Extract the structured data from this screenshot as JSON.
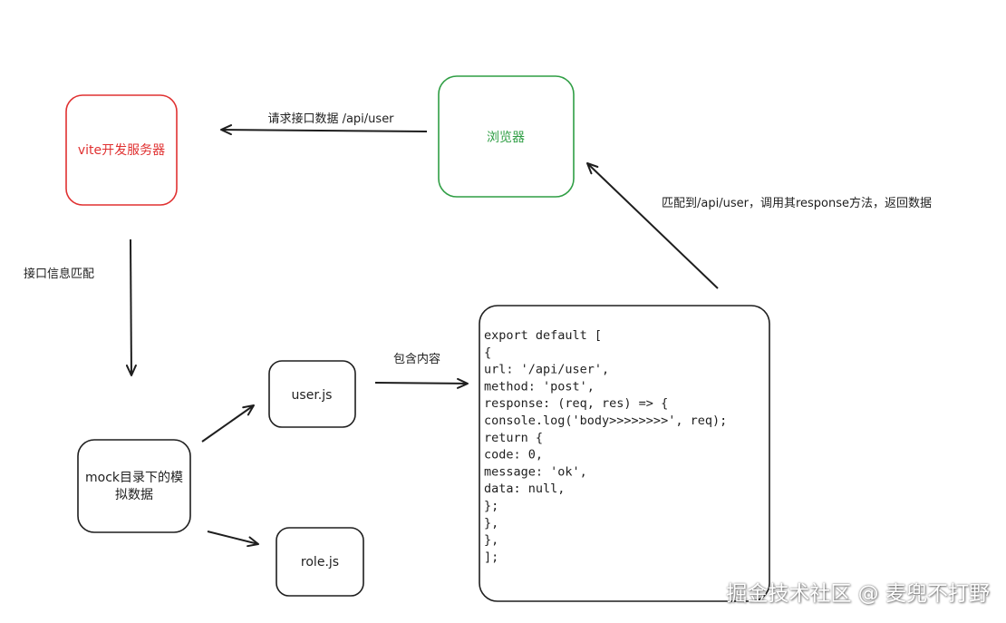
{
  "colors": {
    "stroke_default": "#1e1e1e",
    "vite_server": "#e03131",
    "browser": "#2f9e44"
  },
  "nodes": {
    "vite_server": {
      "label": "vite开发服务器"
    },
    "browser": {
      "label": "浏览器"
    },
    "mock_dir": {
      "lines": [
        "mock目录下的模",
        "拟数据"
      ]
    },
    "user_js": {
      "label": "user.js"
    },
    "role_js": {
      "label": "role.js"
    },
    "code_block": {
      "lines": [
        "export default [",
        "  {",
        "    url: '/api/user',",
        "    method: 'post',",
        "    response: (req, res) => {",
        "      console.log('body>>>>>>>>', req);",
        "      return {",
        "        code: 0,",
        "        message: 'ok',",
        "        data: null,",
        "      };",
        "    },",
        "  },",
        "];"
      ]
    }
  },
  "edges": {
    "request": {
      "label": "请求接口数据 /api/user"
    },
    "match": {
      "label": "接口信息匹配"
    },
    "contains": {
      "label": "包含内容"
    },
    "respond": {
      "label": "匹配到/api/user，调用其response方法，返回数据"
    }
  },
  "watermark": "掘金技术社区 @ 麦兜不打野"
}
